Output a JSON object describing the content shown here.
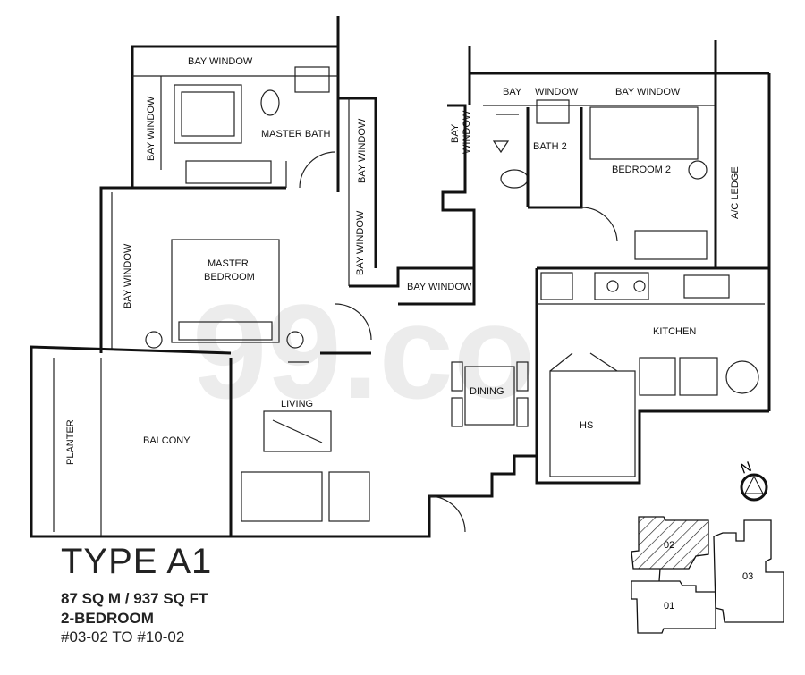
{
  "plan": {
    "title": "TYPE A1",
    "area": "87 SQ M / 937 SQ FT",
    "bedrooms": "2-BEDROOM",
    "units": "#03-02 TO #10-02"
  },
  "rooms": {
    "bay_window_top": "BAY WINDOW",
    "master_bath": "MASTER BATH",
    "bay_window_bath_left": "BAY WINDOW",
    "bay_window_bath_right": "BAY WINDOW",
    "bay_window_corridor": "BAY WINDOW",
    "bay_window_master_left": "BAY WINDOW",
    "master_bedroom_line1": "MASTER",
    "master_bedroom_line2": "BEDROOM",
    "bay_window_middle": "BAY WINDOW",
    "bay": "BAY",
    "window": "WINDOW",
    "bay_window_bed2": "BAY WINDOW",
    "bay_window_bath2_line1": "BAY",
    "bay_window_bath2_line2": "WINDOW",
    "bath2": "BATH 2",
    "bedroom2": "BEDROOM 2",
    "ac_ledge": "A/C LEDGE",
    "kitchen": "KITCHEN",
    "dining": "DINING",
    "hs": "HS",
    "living": "LIVING",
    "balcony": "BALCONY",
    "planter": "PLANTER"
  },
  "keyplan": {
    "north": "N",
    "unit_highlighted": "02",
    "unit_a": "01",
    "unit_b": "03"
  },
  "watermark": "99.co"
}
